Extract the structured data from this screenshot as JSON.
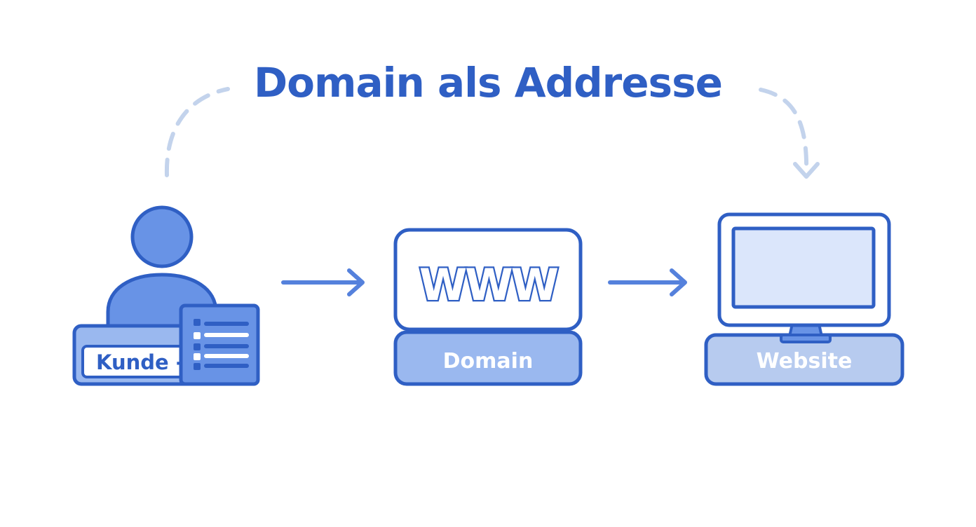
{
  "title": "Domain als Addresse",
  "nodes": {
    "customer": {
      "label": "Kunde -",
      "icon": "person-with-document-icon"
    },
    "domain": {
      "badge": "WWW",
      "label": "Domain",
      "icon": "www-icon"
    },
    "website": {
      "label": "Website",
      "icon": "monitor-icon"
    }
  },
  "colors": {
    "primary": "#2f5fc4",
    "fill": "#6893e6",
    "light_fill": "#dbe6fb",
    "label_fill": "#9ab8ef",
    "dashed": "#c3d3ec"
  }
}
